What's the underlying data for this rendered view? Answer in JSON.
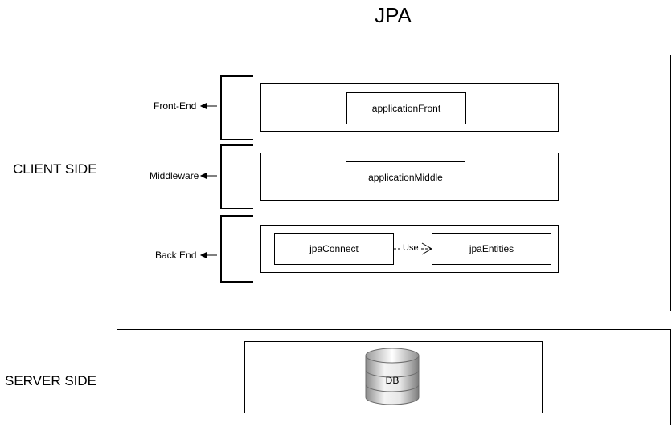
{
  "diagram": {
    "title": "JPA",
    "client_side": {
      "label": "CLIENT SIDE",
      "layers": [
        {
          "label": "Front-End",
          "components": [
            "applicationFront"
          ]
        },
        {
          "label": "Middleware",
          "components": [
            "applicationMiddle"
          ]
        },
        {
          "label": "Back End",
          "components": [
            "jpaConnect",
            "jpaEntities"
          ],
          "relation": {
            "from": "jpaConnect",
            "to": "jpaEntities",
            "label": "Use"
          }
        }
      ]
    },
    "server_side": {
      "label": "SERVER SIDE",
      "database": {
        "label": "DB",
        "icon": "database-icon"
      }
    }
  }
}
